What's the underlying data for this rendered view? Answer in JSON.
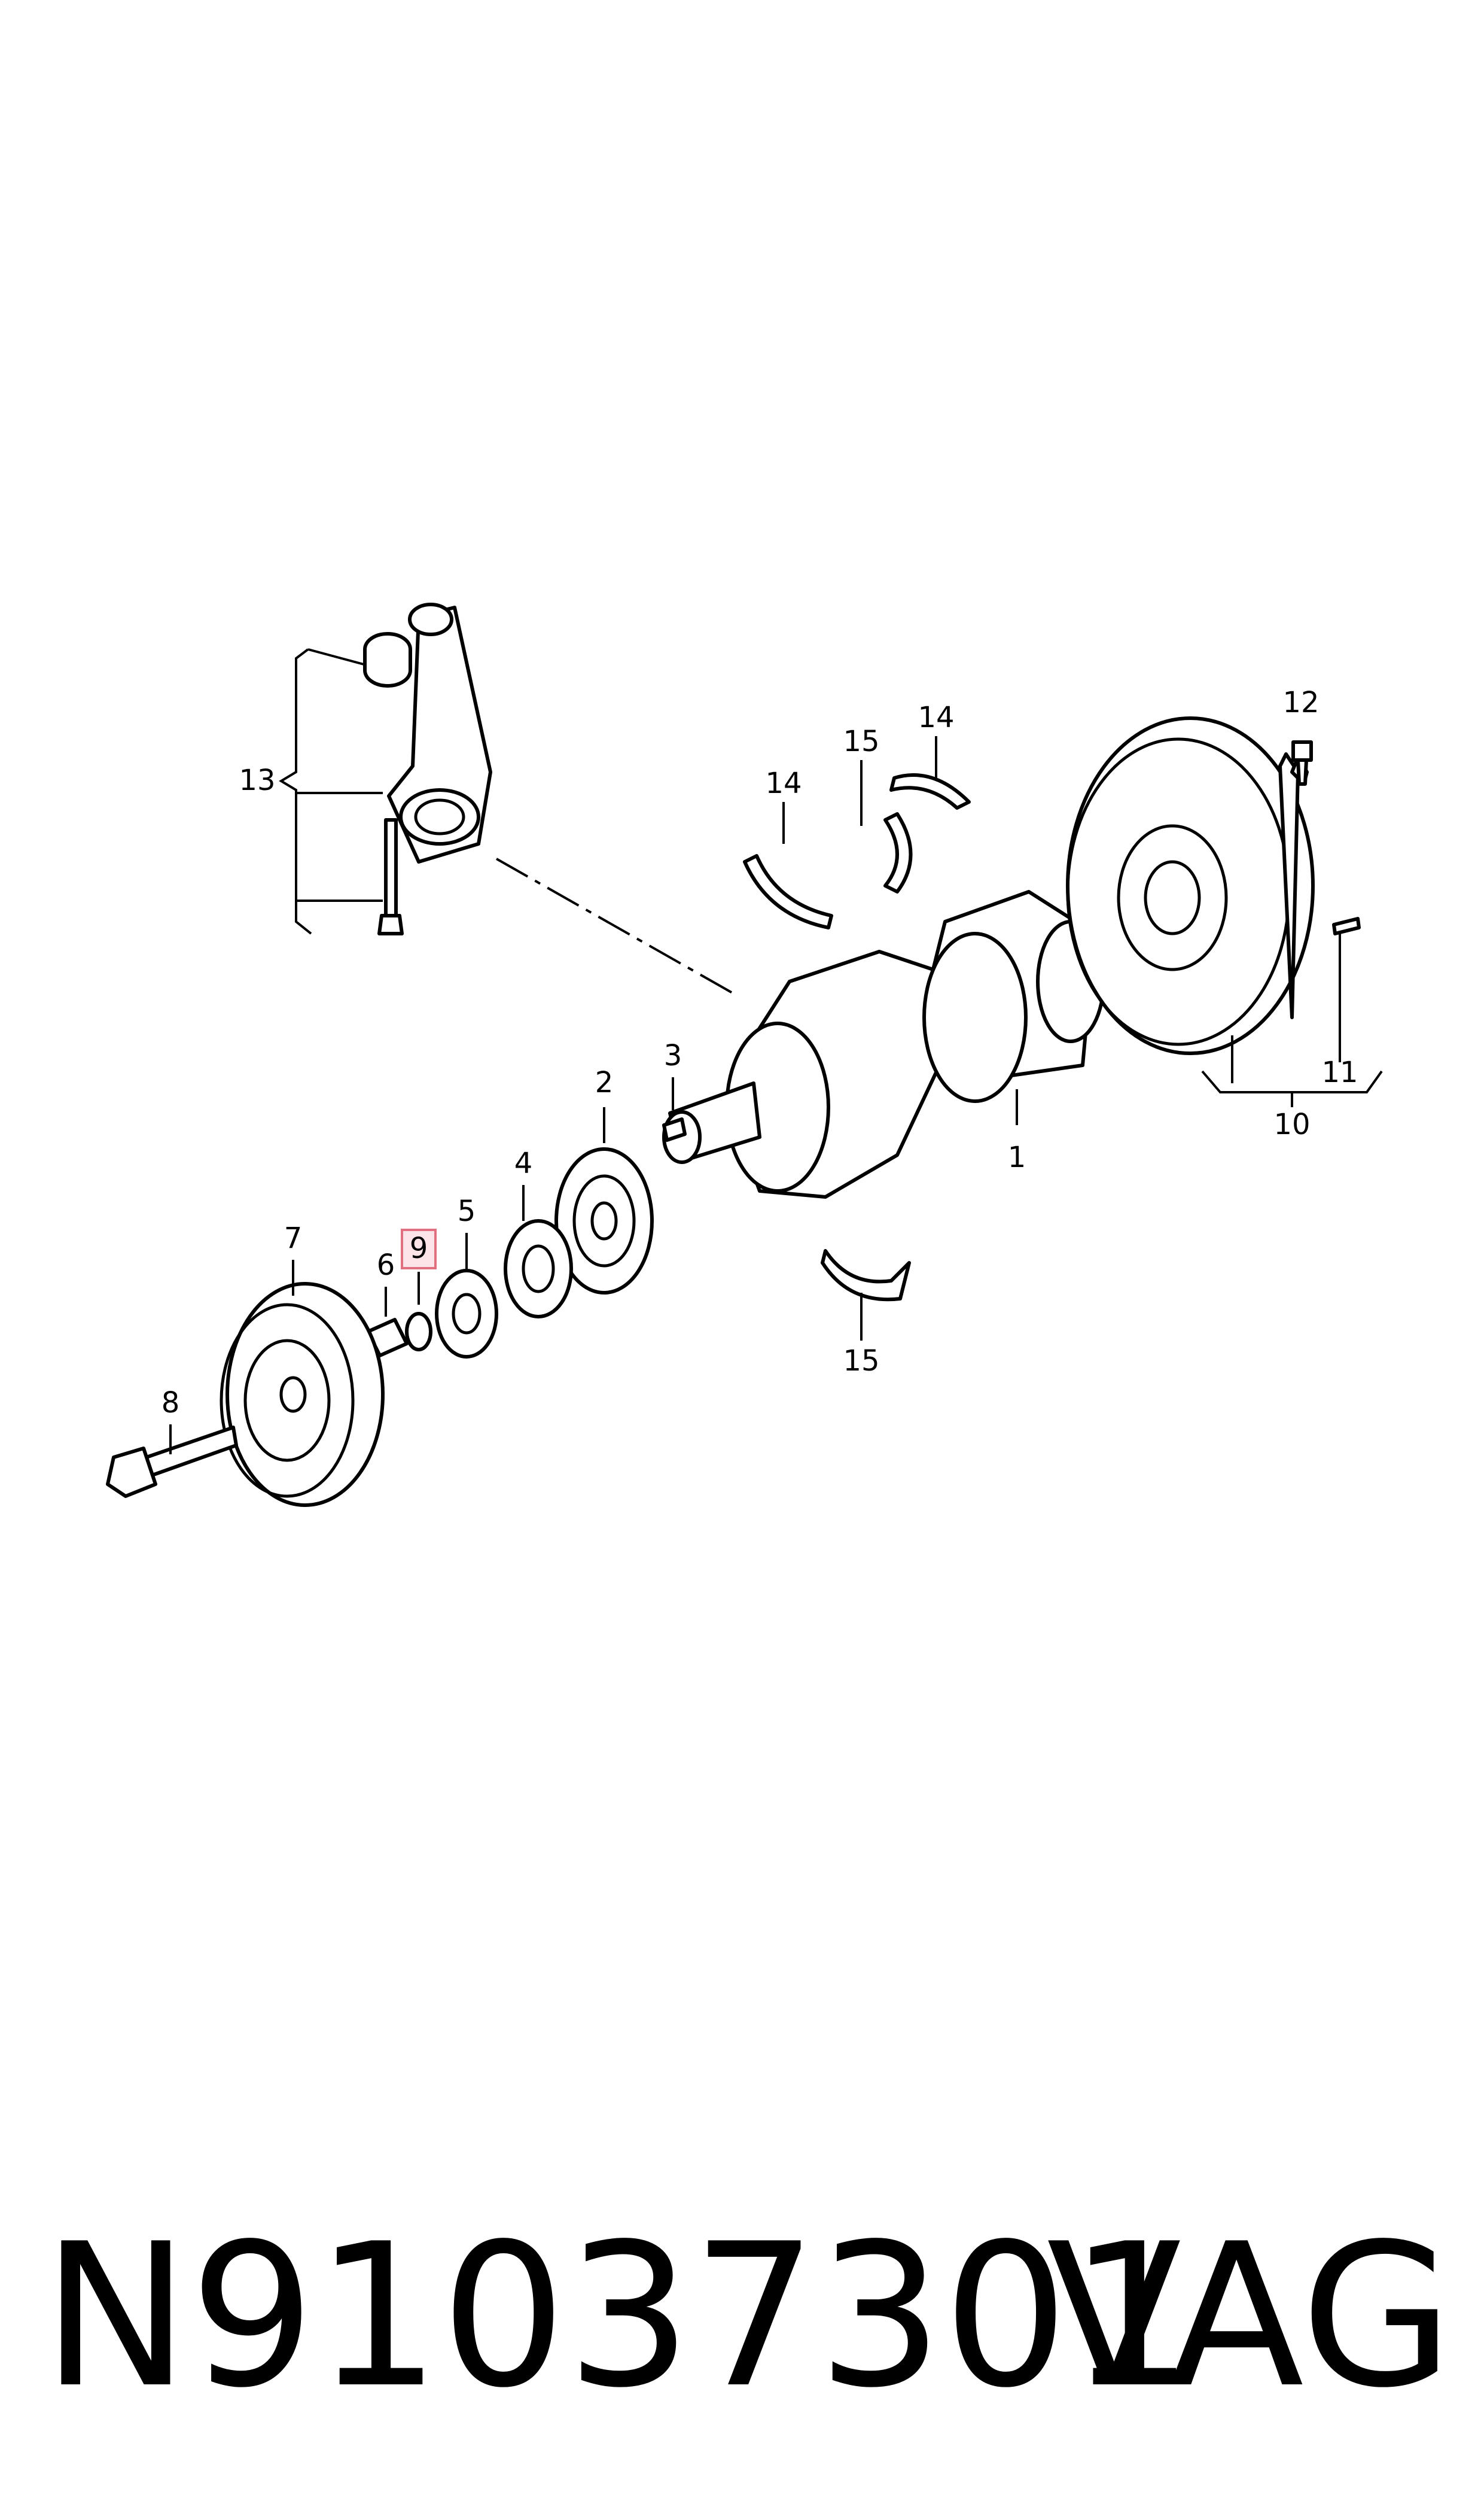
{
  "diagram": {
    "callouts": [
      {
        "id": "1",
        "text": "1"
      },
      {
        "id": "2",
        "text": "2"
      },
      {
        "id": "3",
        "text": "3"
      },
      {
        "id": "4",
        "text": "4"
      },
      {
        "id": "5",
        "text": "5"
      },
      {
        "id": "6",
        "text": "6"
      },
      {
        "id": "7",
        "text": "7"
      },
      {
        "id": "8",
        "text": "8"
      },
      {
        "id": "9",
        "text": "9",
        "highlighted": true
      },
      {
        "id": "10",
        "text": "10"
      },
      {
        "id": "11",
        "text": "11"
      },
      {
        "id": "12",
        "text": "12"
      },
      {
        "id": "13",
        "text": "13"
      },
      {
        "id": "14a",
        "text": "14"
      },
      {
        "id": "14b",
        "text": "14"
      },
      {
        "id": "15a",
        "text": "15"
      },
      {
        "id": "15b",
        "text": "15"
      }
    ],
    "highlight_color": "#e07080"
  },
  "footer": {
    "part_number": "N91037301",
    "brand": "VAG"
  }
}
